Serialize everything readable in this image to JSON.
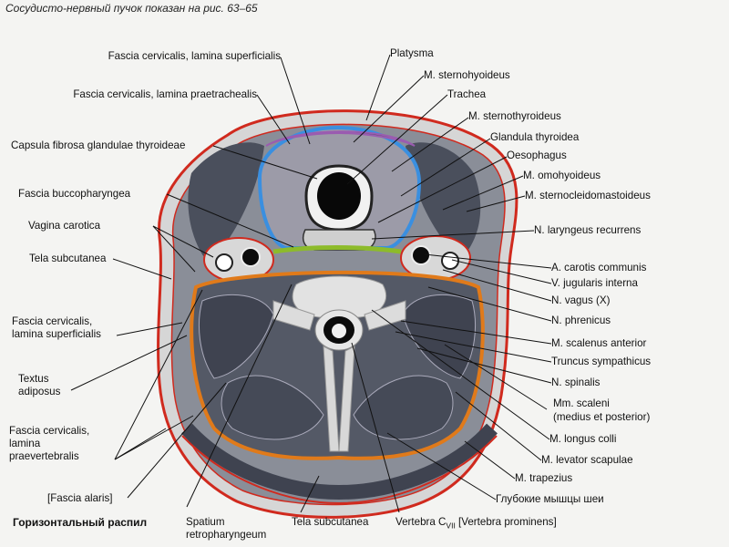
{
  "caption": "Сосудисто-нервный пучок показан на рис. 63–65",
  "footer_title": "Горизонтальный распил",
  "labels": {
    "fascia_superficialis_top": "Fascia cervicalis, lamina superficialis",
    "fascia_praetrachealis": "Fascia cervicalis, lamina praetrachealis",
    "capsula_thyroideae": "Capsula fibrosa glandulae thyroideae",
    "fascia_buccopharyngea": "Fascia buccopharyngea",
    "vagina_carotica": "Vagina carotica",
    "tela_subcutanea_left": "Tela subcutanea",
    "fascia_superficialis_left_1": "Fascia cervicalis,",
    "fascia_superficialis_left_2": "lamina superficialis",
    "textus_adiposus_1": "Textus",
    "textus_adiposus_2": "adiposus",
    "fascia_praevertebralis_1": "Fascia cervicalis,",
    "fascia_praevertebralis_2": "lamina",
    "fascia_praevertebralis_3": "praevertebralis",
    "fascia_alaris": "[Fascia alaris]",
    "spatium_1": "Spatium",
    "spatium_2": "retropharyngeum",
    "tela_subcutanea_bottom": "Tela subcutanea",
    "vertebra_main": "Vertebra C",
    "vertebra_sub": "VII",
    "vertebra_rest": " [Vertebra prominens]",
    "platysma": "Platysma",
    "sternohyoideus": "M. sternohyoideus",
    "trachea": "Trachea",
    "sternothyroideus": "M. sternothyroideus",
    "glandula_thyroidea": "Glandula thyroidea",
    "oesophagus": "Oesophagus",
    "omohyoideus": "M. omohyoideus",
    "sternocleidomastoideus": "M. sternocleidomastoideus",
    "laryngeus_recurrens": "N. laryngeus recurrens",
    "carotis_communis": "A. carotis communis",
    "jugularis_interna": "V. jugularis interna",
    "vagus": "N. vagus (X)",
    "phrenicus": "N. phrenicus",
    "scalenus_anterior": "M. scalenus anterior",
    "truncus_sympathicus": "Truncus sympathicus",
    "spinalis": "N. spinalis",
    "scaleni_1": "Mm. scaleni",
    "scaleni_2": "(medius et posterior)",
    "longus_colli": "M. longus colli",
    "levator_scapulae": "M. levator scapulae",
    "trapezius": "M. trapezius",
    "deep_muscles": "Глубокие мышцы шеи"
  },
  "colors": {
    "skin": "#dcdcdc",
    "muscle": "#4a4f5c",
    "fascia_red": "#d02a1e",
    "fascia_orange": "#e07a1a",
    "fascia_blue": "#3a8fe0",
    "fascia_purple": "#9a5cb0",
    "fascia_green": "#8dbb2a",
    "bone": "#e6e6e6",
    "leader": "#111111"
  }
}
